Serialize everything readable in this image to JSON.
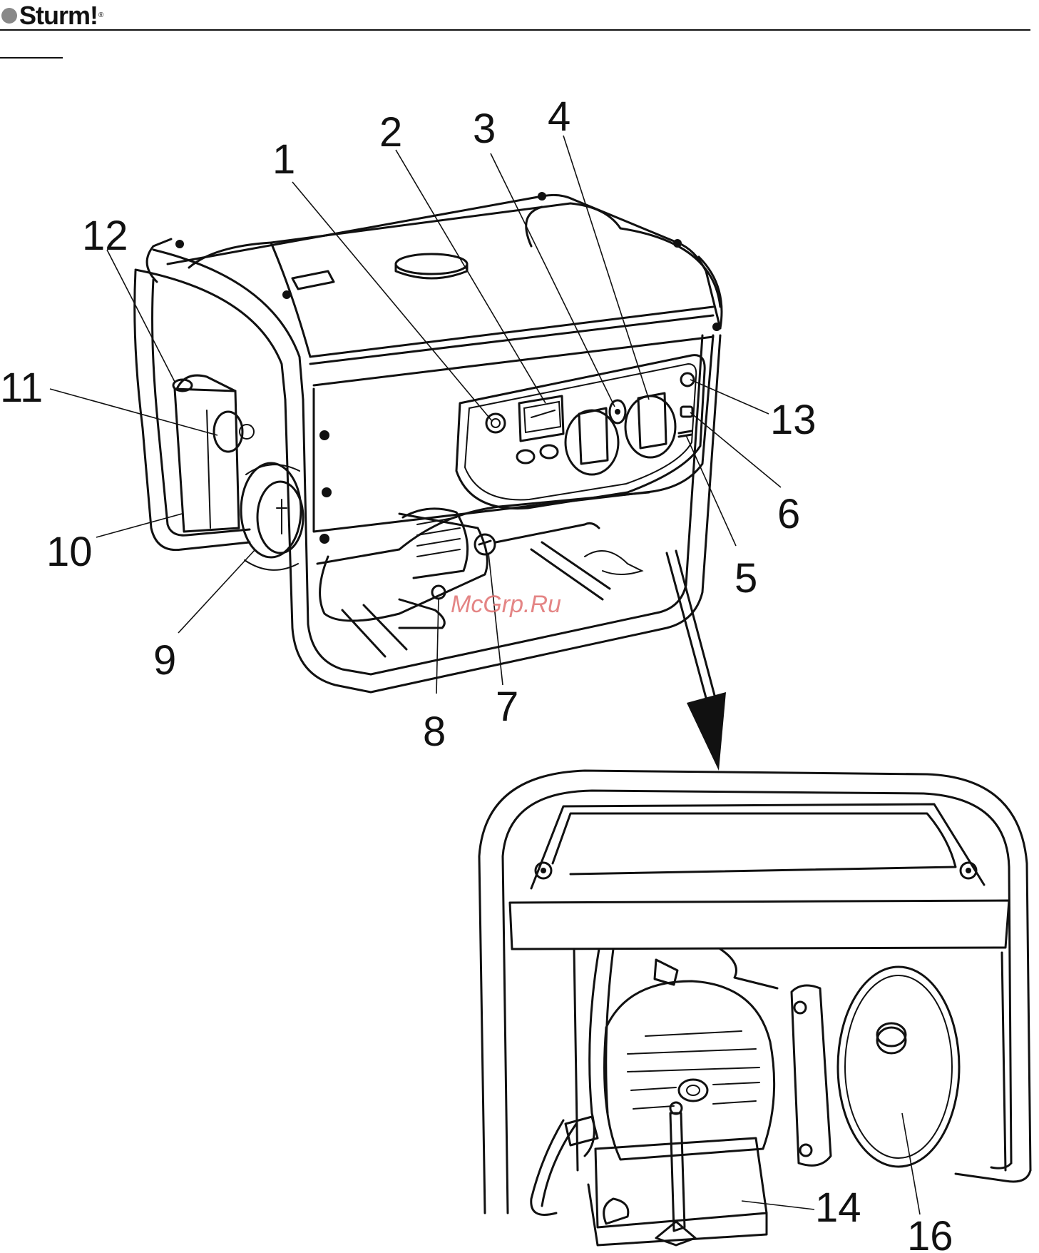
{
  "header": {
    "brand": "Sturm!",
    "reg_mark": "®"
  },
  "watermark": "McGrp.Ru",
  "callouts": {
    "c1": "1",
    "c2": "2",
    "c3": "3",
    "c4": "4",
    "c5": "5",
    "c6": "6",
    "c7": "7",
    "c8": "8",
    "c9": "9",
    "c10": "10",
    "c11": "11",
    "c12": "12",
    "c13": "13",
    "c14": "14",
    "c16": "16"
  },
  "icons": {
    "arrow": "arrow-down-icon"
  }
}
